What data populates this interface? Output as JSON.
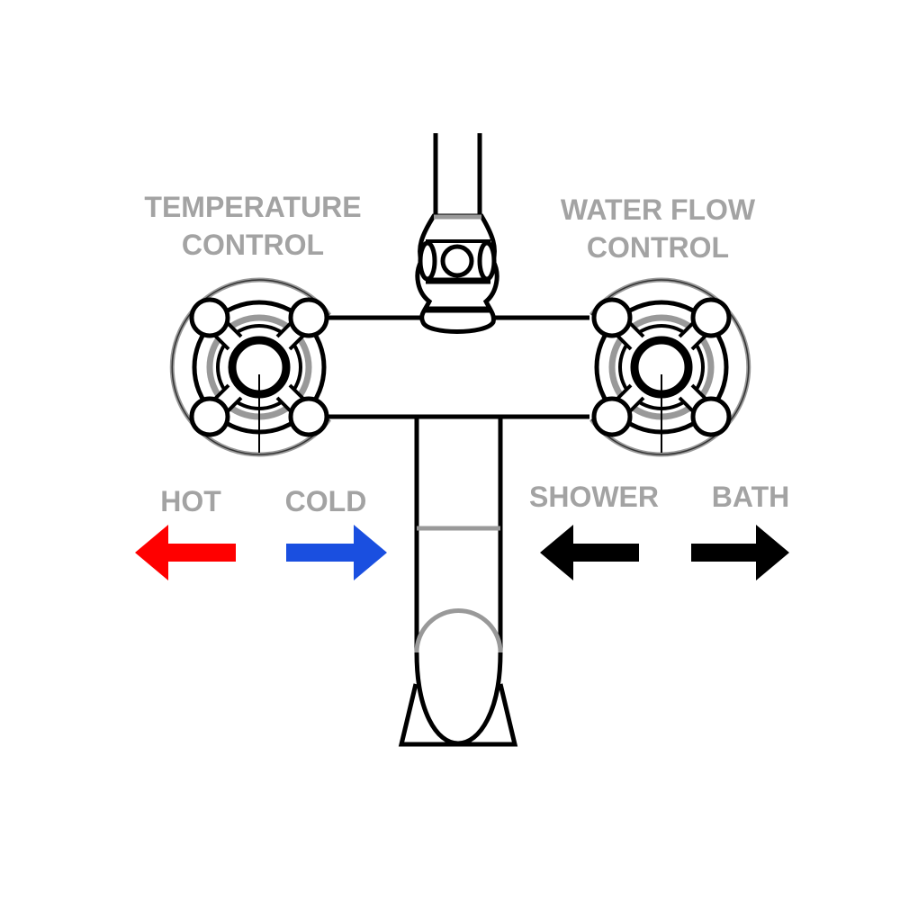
{
  "labels": {
    "temperature_control": [
      "TEMPERATURE",
      "CONTROL"
    ],
    "water_flow_control": [
      "WATER FLOW",
      "CONTROL"
    ],
    "hot": "HOT",
    "cold": "COLD",
    "shower": "SHOWER",
    "bath": "BATH"
  },
  "colors": {
    "hot_arrow": "#ff0000",
    "cold_arrow": "#1a4fe0",
    "mode_arrow": "#000000",
    "label_text": "#a3a3a3"
  },
  "icons": [
    "arrow-left-icon",
    "arrow-right-icon"
  ]
}
